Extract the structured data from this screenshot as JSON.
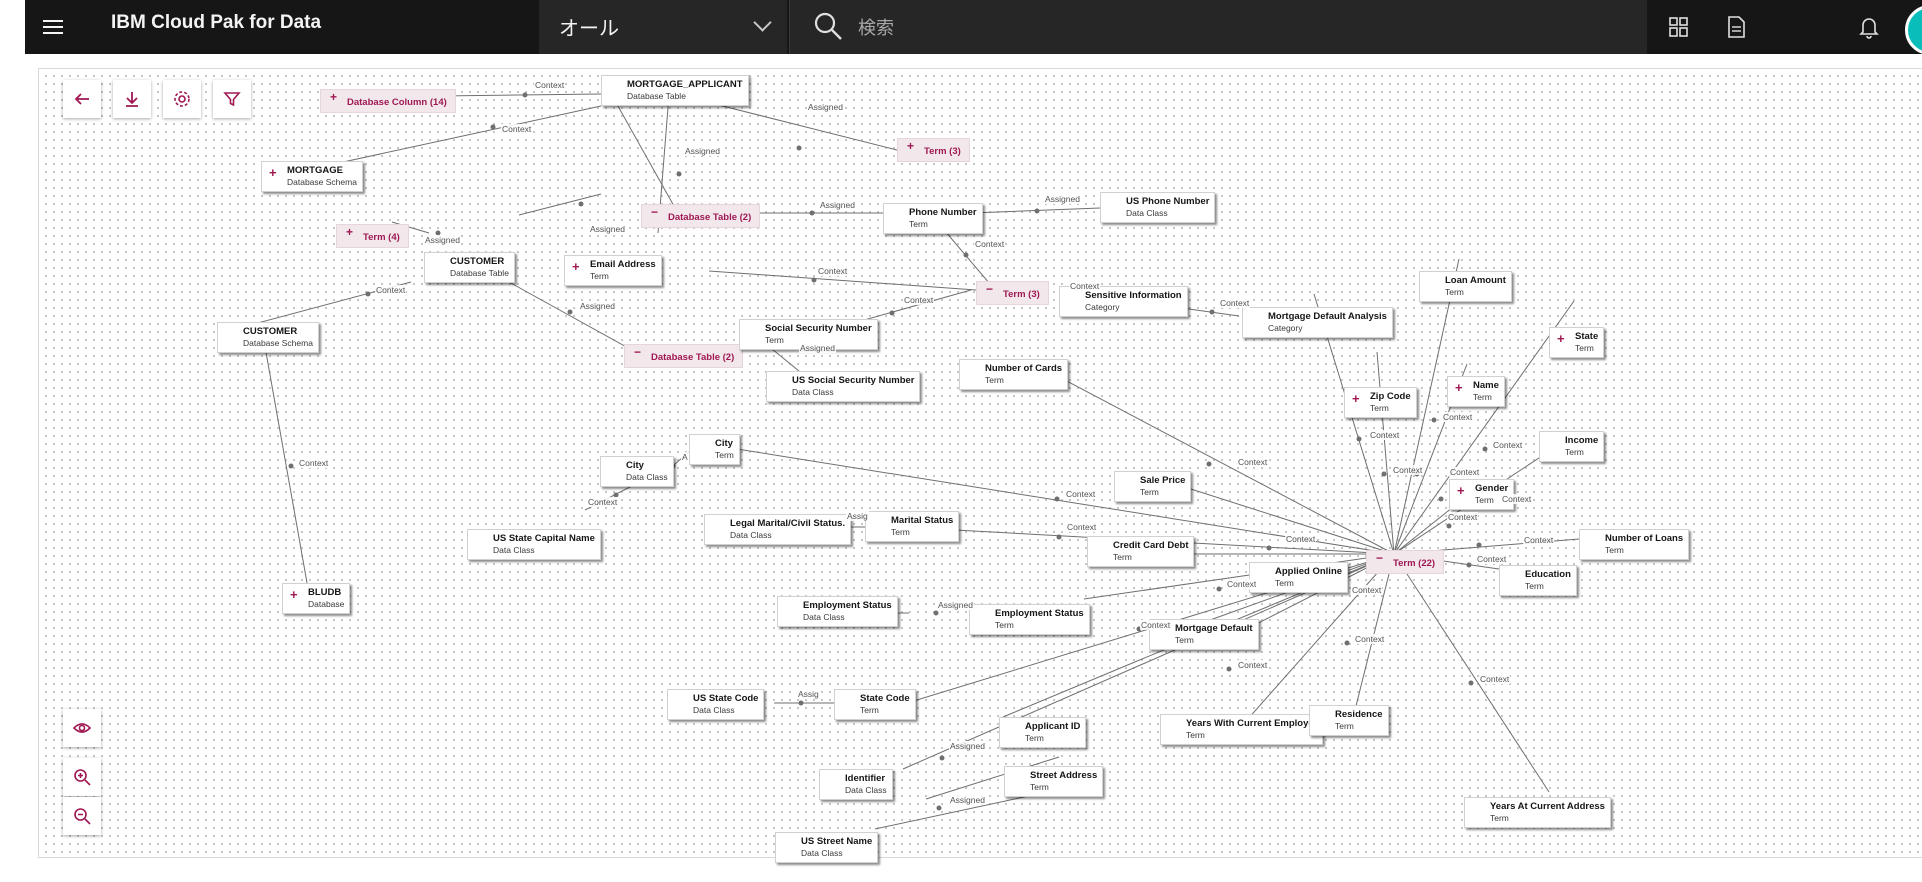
{
  "app": {
    "title": "IBM Cloud Pak for Data",
    "scope_value": "オール",
    "search_placeholder": "検索",
    "icons": [
      "menu-icon",
      "search-icon",
      "catalog-icon",
      "document-icon",
      "notification-icon",
      "avatar"
    ]
  },
  "toolbar": [
    "back-icon",
    "download-icon",
    "settings-icon",
    "filter-icon"
  ],
  "zoom_controls": [
    "view-icon",
    "zoom-in-icon",
    "zoom-out-icon"
  ],
  "colors": {
    "accent": "#9f1853",
    "topbar": "#161616",
    "avatar": "#08bdba"
  },
  "graph": {
    "nodes": [
      {
        "label": "MORTGAGE_APPLICANT",
        "type": "Database Table"
      },
      {
        "label": "MORTGAGE",
        "type": "Database Schema",
        "plus": true
      },
      {
        "label": "Phone Number",
        "type": "Term"
      },
      {
        "label": "US Phone Number",
        "type": "Data Class"
      },
      {
        "label": "CUSTOMER",
        "type": "Database Table"
      },
      {
        "label": "Email Address",
        "type": "Term",
        "plus": true
      },
      {
        "label": "CUSTOMER",
        "type": "Database Schema"
      },
      {
        "label": "Sensitive Information",
        "type": "Category"
      },
      {
        "label": "Mortgage Default Analysis",
        "type": "Category"
      },
      {
        "label": "Loan Amount",
        "type": "Term"
      },
      {
        "label": "Social Security Number",
        "type": "Term"
      },
      {
        "label": "US Social Security Number",
        "type": "Data Class"
      },
      {
        "label": "Number of Cards",
        "type": "Term"
      },
      {
        "label": "State",
        "type": "Term",
        "plus": true
      },
      {
        "label": "Zip Code",
        "type": "Term",
        "plus": true
      },
      {
        "label": "Name",
        "type": "Term",
        "plus": true
      },
      {
        "label": "Income",
        "type": "Term"
      },
      {
        "label": "City",
        "type": "Term"
      },
      {
        "label": "City",
        "type": "Data Class"
      },
      {
        "label": "Sale Price",
        "type": "Term"
      },
      {
        "label": "Gender",
        "type": "Term",
        "plus": true
      },
      {
        "label": "Legal Marital/Civil Status.",
        "type": "Data Class"
      },
      {
        "label": "Marital Status",
        "type": "Term"
      },
      {
        "label": "US State Capital Name",
        "type": "Data Class"
      },
      {
        "label": "Credit Card Debt",
        "type": "Term"
      },
      {
        "label": "Number of Loans",
        "type": "Term"
      },
      {
        "label": "Applied Online",
        "type": "Term"
      },
      {
        "label": "Education",
        "type": "Term"
      },
      {
        "label": "BLUDB",
        "type": "Database",
        "plus": true
      },
      {
        "label": "Employment Status",
        "type": "Data Class"
      },
      {
        "label": "Employment Status",
        "type": "Term"
      },
      {
        "label": "Mortgage Default",
        "type": "Term"
      },
      {
        "label": "US State Code",
        "type": "Data Class"
      },
      {
        "label": "State Code",
        "type": "Term"
      },
      {
        "label": "Applicant ID",
        "type": "Term"
      },
      {
        "label": "Years With Current Employer",
        "type": "Term"
      },
      {
        "label": "Residence",
        "type": "Term"
      },
      {
        "label": "Identifier",
        "type": "Data Class"
      },
      {
        "label": "Street Address",
        "type": "Term"
      },
      {
        "label": "Years At Current Address",
        "type": "Term"
      },
      {
        "label": "US Street Name",
        "type": "Data Class"
      }
    ],
    "groups": [
      {
        "label": "Database Column (14)",
        "sym": "+"
      },
      {
        "label": "Term (3)",
        "sym": "+"
      },
      {
        "label": "Database Table (2)",
        "sym": "−"
      },
      {
        "label": "Term (4)",
        "sym": "+"
      },
      {
        "label": "Term (3)",
        "sym": "−"
      },
      {
        "label": "Database Table (2)",
        "sym": "−"
      },
      {
        "label": "Term (22)",
        "sym": "−"
      }
    ],
    "edge_labels": {
      "context": "Context",
      "assigned": "Assigned",
      "assigned_short": "Assig",
      "a_short": "A"
    }
  }
}
